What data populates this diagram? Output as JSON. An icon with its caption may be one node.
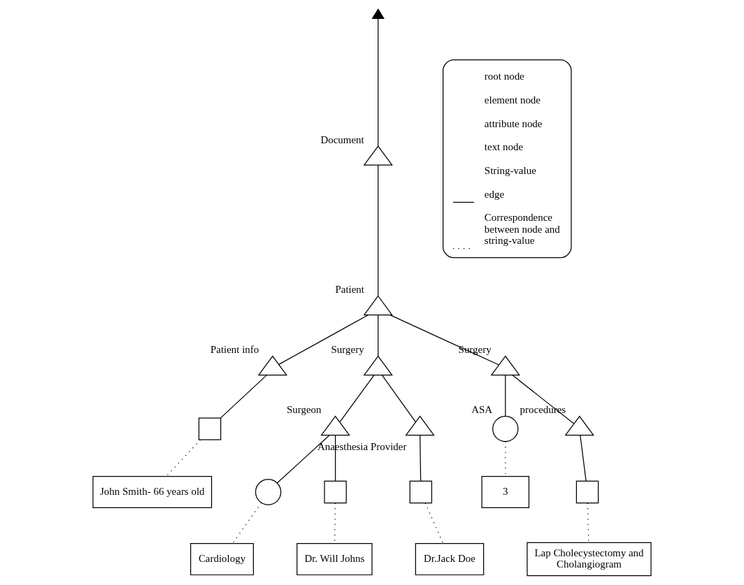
{
  "diagram": {
    "nodes": [
      {
        "text": [],
        "shape": "triangle"
      },
      {
        "text": [],
        "shape": "triangle",
        "beside": [
          "Document"
        ]
      },
      {
        "text": [],
        "shape": "triangle",
        "beside": [
          "Patient"
        ]
      },
      {
        "text": [],
        "shape": "triangle",
        "beside": [
          "Patient info"
        ]
      },
      {
        "text": [],
        "shape": "triangle",
        "beside": [
          "Surgery"
        ]
      },
      {
        "text": [],
        "shape": "triangle",
        "beside": [
          "Surgery"
        ]
      },
      {
        "text": [],
        "shape": "box"
      },
      {
        "text": [
          "John Smith- 66 years old"
        ]
      },
      {
        "text": [],
        "shape": "triangle",
        "beside": [
          "Surgeon"
        ]
      },
      {
        "text": [],
        "shape": "triangle",
        "beside": [
          "Anaesthesia Provider"
        ]
      },
      {
        "text": [],
        "shape": "circle"
      },
      {
        "text": [],
        "shape": "box"
      },
      {
        "text": [],
        "shape": "box"
      },
      {
        "text": [
          "Cardiology"
        ]
      },
      {
        "text": [
          "Dr. Will Johns"
        ]
      },
      {
        "text": [
          "Dr.Jack Doe"
        ]
      },
      {
        "text": [],
        "shape": "circle",
        "beside": [
          "ASA"
        ]
      },
      {
        "text": [],
        "shape": "triangle",
        "beside": [
          "procedures"
        ]
      },
      {
        "text": [
          "3"
        ]
      },
      {
        "text": [],
        "shape": "box"
      },
      {
        "text": [
          "Lap Cholecystectomy and Cholangiogram"
        ]
      }
    ],
    "edges": [
      {
        "from": 0,
        "to": 1,
        "arrow": "none"
      },
      {
        "from": 1,
        "to": 2,
        "arrow": "none"
      },
      {
        "from": 2,
        "to": 3,
        "arrow": "none"
      },
      {
        "from": 2,
        "to": 4,
        "arrow": "none"
      },
      {
        "from": 2,
        "to": 5,
        "arrow": "none"
      },
      {
        "from": 3,
        "to": 6,
        "arrow": "none"
      },
      {
        "from": 6,
        "to": 7,
        "arrow": "none",
        "style": "dashed"
      },
      {
        "from": 4,
        "to": 8,
        "arrow": "none"
      },
      {
        "from": 4,
        "to": 9,
        "arrow": "none"
      },
      {
        "from": 8,
        "to": 10,
        "arrow": "none"
      },
      {
        "from": 8,
        "to": 11,
        "arrow": "none"
      },
      {
        "from": 9,
        "to": 12,
        "arrow": "none"
      },
      {
        "from": 10,
        "to": 13,
        "arrow": "none",
        "style": "dashed"
      },
      {
        "from": 11,
        "to": 14,
        "arrow": "none",
        "style": "dashed"
      },
      {
        "from": 12,
        "to": 15,
        "arrow": "none",
        "style": "dashed"
      },
      {
        "from": 5,
        "to": 16,
        "arrow": "none"
      },
      {
        "from": 5,
        "to": 17,
        "arrow": "none"
      },
      {
        "from": 16,
        "to": 18,
        "arrow": "none",
        "style": "dashed"
      },
      {
        "from": 17,
        "to": 19,
        "arrow": "none"
      },
      {
        "from": 19,
        "to": 20,
        "arrow": "none",
        "style": "dashed"
      }
    ],
    "legend": [
      {
        "text": "root node"
      },
      {
        "text": "element node"
      },
      {
        "text": "attribute node"
      },
      {
        "text": "text node"
      },
      {
        "text": "String-value"
      },
      {
        "text": "edge"
      },
      {
        "text": "Correspondence between node and string-value"
      }
    ]
  }
}
